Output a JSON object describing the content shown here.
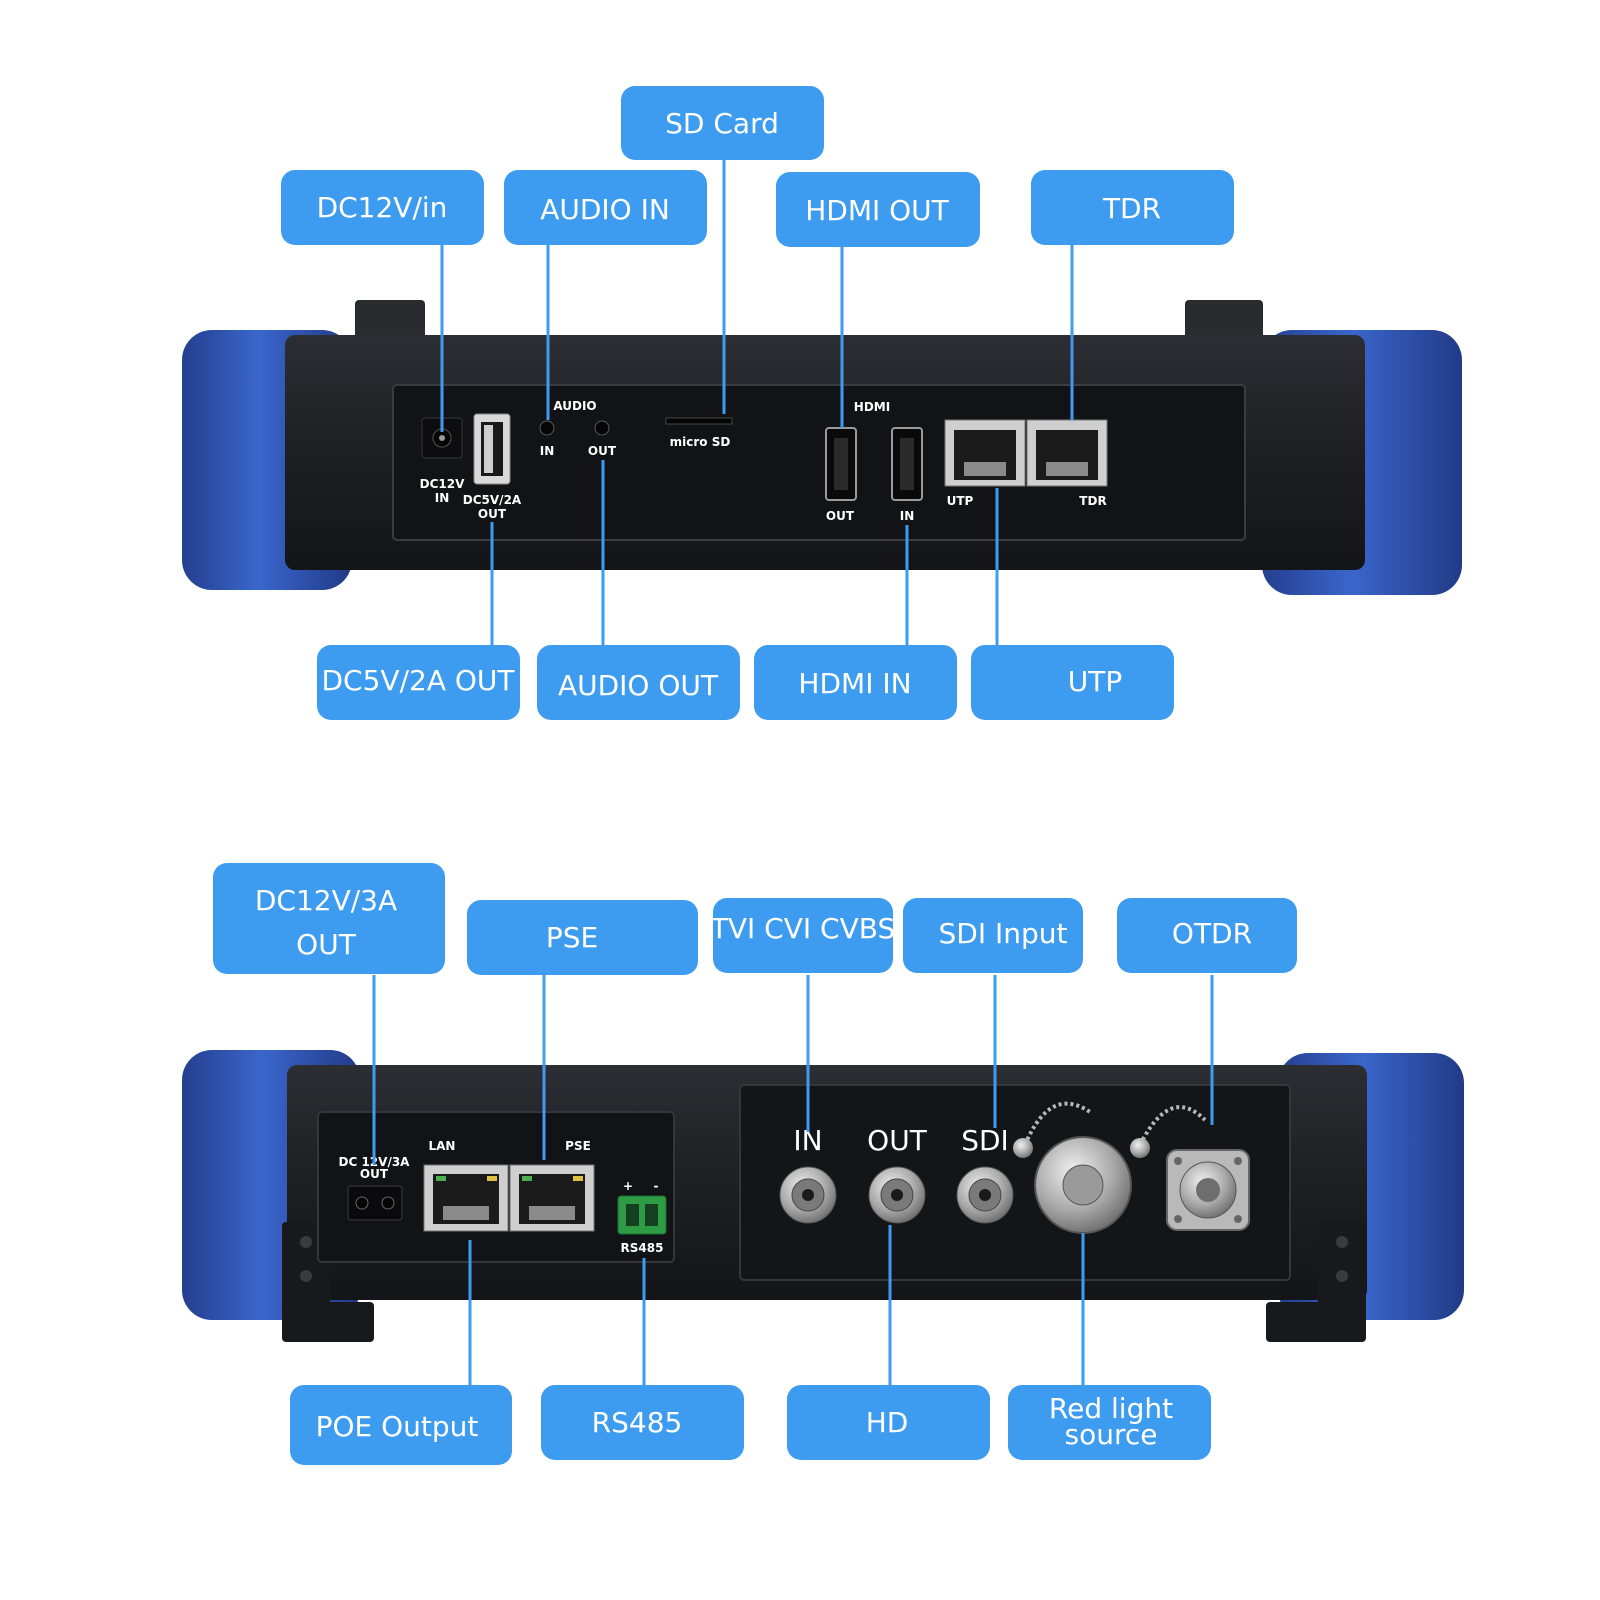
{
  "top_panel": {
    "callouts": {
      "sd_card": "SD  Card",
      "dc12v_in": "DC12V/in",
      "audio_in": "AUDIO IN",
      "hdmi_out": "HDMI OUT",
      "tdr": "TDR",
      "dc5v_out": "DC5V/2A OUT",
      "audio_out": "AUDIO OUT",
      "hdmi_in": "HDMI IN",
      "utp": "UTP"
    },
    "port_labels": {
      "dc12v": "DC12V",
      "dc12v_in": "IN",
      "dc5v": "DC5V/2A",
      "dc5v_out": "OUT",
      "audio": "AUDIO",
      "audio_in": "IN",
      "audio_out": "OUT",
      "micro_sd": "micro SD",
      "hdmi": "HDMI",
      "hdmi_out": "OUT",
      "hdmi_in": "IN",
      "utp": "UTP",
      "tdr": "TDR"
    }
  },
  "bottom_panel": {
    "callouts": {
      "dc12v_3a_line1": "DC12V/3A",
      "dc12v_3a_line2": "OUT",
      "pse": "PSE",
      "tvi_cvi_cvbs": "TVI CVI CVBS",
      "sdi_input": "SDI Input",
      "otdr": "OTDR",
      "poe_output": "POE Output",
      "rs485": "RS485",
      "hd": "HD",
      "red_light_line1": "Red light",
      "red_light_line2": "source"
    },
    "port_labels": {
      "dc12v_3a": "DC 12V/3A",
      "dc12v_3a_out": "OUT",
      "lan": "LAN",
      "pse": "PSE",
      "plus": "+",
      "minus": "-",
      "rs485": "RS485",
      "bnc_in": "IN",
      "bnc_out": "OUT",
      "sdi": "SDI"
    }
  },
  "colors": {
    "callout_blue": "#3d9cf0",
    "handle_blue": "#2f57b8",
    "body_dark": "#1f2125",
    "panel_dark": "#17181b",
    "leader_line": "#3d9cf0"
  }
}
